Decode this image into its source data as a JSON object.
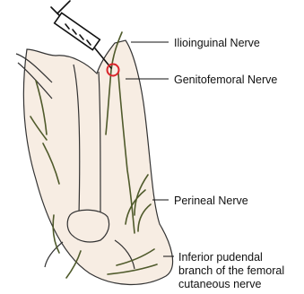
{
  "labels": {
    "ilioinguinal": "Ilioinguinal Nerve",
    "genitofemoral": "Genitofemoral Nerve",
    "perineal": "Perineal Nerve",
    "inferior_pudendal_line1": "Inferior pudendal",
    "inferior_pudendal_line2": "branch of the femoral",
    "inferior_pudendal_line3": "cutaneous nerve"
  },
  "icons": {
    "syringe": "syringe-icon",
    "injection_target": "target-circle-icon"
  },
  "colors": {
    "tissue_fill": "#f7ede3",
    "outline": "#333333",
    "nerve": "#4f5a2b",
    "target_ring": "#d9262b",
    "leader_line": "#111111"
  }
}
